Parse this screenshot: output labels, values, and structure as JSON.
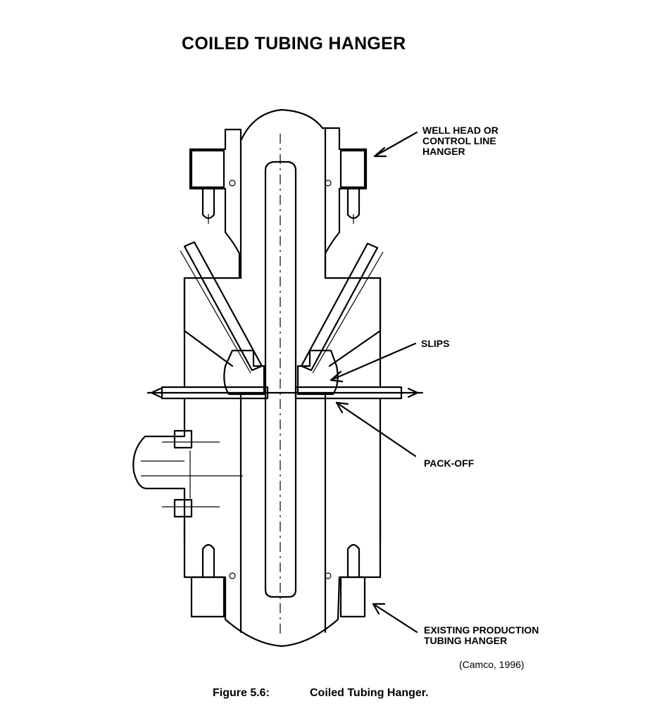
{
  "title": "COILED TUBING HANGER",
  "labels": {
    "wellhead": "WELL HEAD OR\nCONTROL LINE\nHANGER",
    "slips": "SLIPS",
    "packoff": "PACK-OFF",
    "existing": "EXISTING PRODUCTION\nTUBING HANGER"
  },
  "source": "(Camco, 1996)",
  "caption": {
    "number": "Figure 5.6:",
    "text": "Coiled Tubing Hanger."
  }
}
